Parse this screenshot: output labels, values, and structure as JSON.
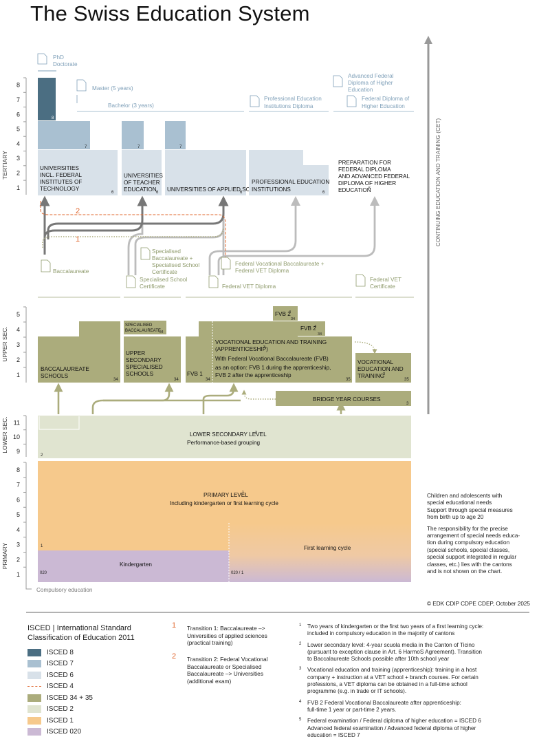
{
  "title": "The Swiss Education System",
  "colors": {
    "isced8": "#4b6e82",
    "isced7": "#a9c0d1",
    "isced6": "#d8e1e9",
    "isced4": "#e0672e",
    "isced34_35": "#abac7c",
    "isced2": "#e0e4d0",
    "isced1": "#f6c98c",
    "isced020": "#cbb9d4",
    "arrow_dark": "#777777",
    "arrow_light": "#bcbcbc",
    "cert_text": "#8e9a6b",
    "degree_text": "#7e9fb8"
  },
  "axis_labels": {
    "tertiary": "TERTIARY",
    "upper_sec": "UPPER SEC.",
    "lower_sec": "LOWER SEC.",
    "primary": "PRIMARY"
  },
  "year_ticks": {
    "tertiary": [
      "8",
      "7",
      "6",
      "5",
      "4",
      "3",
      "2",
      "1"
    ],
    "upper": [
      "5",
      "4",
      "3",
      "2",
      "1"
    ],
    "lower": [
      "11",
      "10",
      "9"
    ],
    "primary": [
      "8",
      "7",
      "6",
      "5",
      "4",
      "3",
      "2",
      "1"
    ]
  },
  "degrees": {
    "phd": [
      "PhD",
      "Doctorate"
    ],
    "master": "Master (5 years)",
    "bachelor": "Bachelor (3 years)",
    "pe_diploma": [
      "Professional Education",
      "Institutions Diploma"
    ],
    "adv_federal": [
      "Advanced Federal",
      "Diploma of Higher",
      "Education"
    ],
    "federal_diploma": [
      "Federal Diploma of",
      "Higher Education"
    ]
  },
  "tertiary_blocks": {
    "universities": [
      "UNIVERSITIES",
      "INCL. FEDERAL",
      "INSTITUTES OF",
      "TECHNOLOGY"
    ],
    "teacher": [
      "UNIVERSITIES",
      "OF TEACHER",
      "EDUCATION"
    ],
    "applied": "UNIVERSITIES OF APPLIED SCIENCES",
    "pe_institutions": [
      "PROFESSIONAL EDUCATION",
      "INSTITUTIONS"
    ],
    "preparation": [
      "PREPARATION FOR",
      "FEDERAL DIPLOMA",
      "AND ADVANCED FEDERAL",
      "DIPLOMA OF HIGHER",
      "EDUCATION"
    ],
    "preparation_sup": "5"
  },
  "block_codes": {
    "c8": "8",
    "c7": "7",
    "c6": "6",
    "c34": "34",
    "c35": "35",
    "c3": "3",
    "c2": "2",
    "c1": "1",
    "c020": "020",
    "c020_1": "020 / 1"
  },
  "transitions_labels": {
    "t2": "2",
    "t1": "1"
  },
  "certificates": {
    "baccalaureate": "Baccalaureate",
    "specialised_bacc": [
      "Specialised",
      "Baccalaureate +",
      "Specialised School",
      "Certificate"
    ],
    "specialised_school": [
      "Specialised School",
      "Certificate"
    ],
    "fvb_vet": [
      "Federal Vocational Baccalaureate +",
      "Federal VET Diploma"
    ],
    "vet_diploma": "Federal VET Diploma",
    "vet_certificate": [
      "Federal VET",
      "Certificate"
    ]
  },
  "upper_blocks": {
    "baccalaureate_schools": [
      "BACCALAUREATE",
      "SCHOOLS"
    ],
    "specialised_bacc": [
      "SPECIALISED",
      "BACCALAUREATE"
    ],
    "upper_specialised": [
      "UPPER",
      "SECONDARY",
      "SPECIALISED",
      "SCHOOLS"
    ],
    "fvb1": "FVB 1",
    "fvb2": "FVB 2",
    "fvb2_sup": "4",
    "vet_title": [
      "VOCATIONAL EDUCATION AND TRAINING",
      "(APPRENTICESHIP)"
    ],
    "vet_title_sup": "3",
    "vet_desc": [
      "With Federal Vocational Baccalaureate (FVB)",
      "as an option: FVB 1 during the apprenticeship,",
      "FVB 2 after the apprenticeship"
    ],
    "vet_cert_block": [
      "VOCATIONAL",
      "EDUCATION AND",
      "TRAINING"
    ],
    "vet_cert_sup": "3",
    "bridge": "BRIDGE YEAR COURSES"
  },
  "lower_secondary": {
    "title": "LOWER SECONDARY LEVEL",
    "sup": "2",
    "subtitle": "Performance-based grouping"
  },
  "primary": {
    "title": "PRIMARY LEVEL",
    "sup": "1",
    "subtitle": "Including kindergarten or first learning cycle",
    "kindergarten": "Kindergarten",
    "first_cycle": "First learning cycle"
  },
  "compulsory": "Compulsory education",
  "cet": "CONTINUING EDUCATION AND TRAINING (CET)",
  "special_needs": {
    "p1": [
      "Children and adolescents with",
      "special educational needs",
      "Support through special measures",
      "from birth up to age 20"
    ],
    "p2": [
      "The responsibility for the precise",
      "arrangement of special needs educa-",
      "tion during compulsory education",
      "(special schools, special classes,",
      "special support integrated in regular",
      "classes, etc.) lies with the cantons",
      "and is not shown on the chart."
    ]
  },
  "copyright": "© EDK CDIP CDPE CDEP, October 2025",
  "legend": {
    "title": [
      "ISCED | International Standard",
      "Classification of Education 2011"
    ],
    "items": [
      {
        "label": "ISCED 8",
        "color": "#4b6e82"
      },
      {
        "label": "ISCED 7",
        "color": "#a9c0d1"
      },
      {
        "label": "ISCED 6",
        "color": "#d8e1e9"
      },
      {
        "label": "ISCED 4",
        "color": "#e0672e",
        "dashed": true
      },
      {
        "label": "ISCED 34 + 35",
        "color": "#abac7c"
      },
      {
        "label": "ISCED 2",
        "color": "#e0e4d0"
      },
      {
        "label": "ISCED 1",
        "color": "#f6c98c"
      },
      {
        "label": "ISCED 020",
        "color": "#cbb9d4"
      }
    ]
  },
  "transitions": [
    {
      "num": "1",
      "lines": [
        "Transition 1: Baccalaureate –>",
        "Universities of applied sciences",
        "(practical training)"
      ]
    },
    {
      "num": "2",
      "lines": [
        "Transition 2: Federal Vocational",
        "Baccalaureate or Specialised",
        "Baccalaureate –> Universities",
        "(additional exam)"
      ]
    }
  ],
  "footnotes": [
    {
      "num": "1",
      "lines": [
        "Two years of kindergarten or the first two years of a first learning cycle:",
        "included in compulsory education in the majority of cantons"
      ]
    },
    {
      "num": "2",
      "lines": [
        "Lower secondary level: 4-year scuola media in the Canton of Ticino",
        "(pursuant to exception clause in Art. 6 HarmoS Agreement). Transition",
        "to Baccalaureate Schools possible after 10th school year"
      ]
    },
    {
      "num": "3",
      "lines": [
        "Vocational education and training (apprenticeship): training in a host",
        "company + instruction at a VET school + branch courses. For certain",
        "professions, a VET diploma can be obtained in a full-time school",
        "programme (e.g. in trade or IT schools)."
      ]
    },
    {
      "num": "4",
      "lines": [
        "FVB 2 Federal Vocational Baccalaureate after apprenticeship:",
        "full-time 1 year or part-time 2 years."
      ]
    },
    {
      "num": "5",
      "lines": [
        "Federal examination / Federal diploma of higher education = ISCED 6",
        "Advanced federal examination / Advanced federal diploma of higher",
        "education = ISCED 7"
      ]
    }
  ]
}
